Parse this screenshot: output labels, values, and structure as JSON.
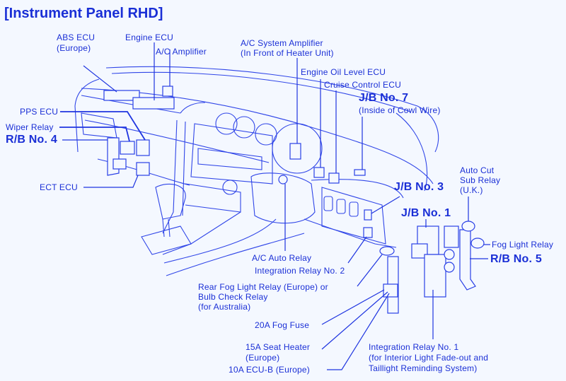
{
  "title": "[Instrument Panel RHD]",
  "colors": {
    "ink": "#1a2fd6",
    "background": "#f4f8ff"
  },
  "labels": {
    "abs_ecu": "ABS ECU",
    "abs_ecu_note": "(Europe)",
    "engine_ecu": "Engine ECU",
    "ac_amplifier": "A/C Amplifier",
    "ac_system_amplifier": "A/C System Amplifier",
    "ac_system_amplifier_note": "(In Front of Heater Unit)",
    "engine_oil_level_ecu": "Engine Oil Level ECU",
    "cruise_control_ecu": "Cruise Control ECU",
    "jb7": "J/B No. 7",
    "jb7_note": "(Inside of Cowl Wire)",
    "pps_ecu": "PPS ECU",
    "wiper_relay": "Wiper Relay",
    "rb4": "R/B No. 4",
    "ect_ecu": "ECT ECU",
    "jb3": "J/B No. 3",
    "auto_cut_1": "Auto Cut",
    "auto_cut_2": "Sub Relay",
    "auto_cut_3": "(U.K.)",
    "jb1": "J/B No. 1",
    "fog_light_relay": "Fog Light Relay",
    "rb5": "R/B No. 5",
    "ac_auto_relay": "A/C Auto Relay",
    "integration_relay_2": "Integration Relay No. 2",
    "rear_fog_1": "Rear Fog Light Relay (Europe) or",
    "rear_fog_2": "Bulb Check Relay",
    "rear_fog_3": "(for Australia)",
    "fog_fuse": "20A Fog Fuse",
    "seat_heater": "15A Seat Heater",
    "seat_heater_note": "(Europe)",
    "ecu_b": "10A ECU-B (Europe)",
    "integration_relay_1": "Integration Relay No. 1",
    "integration_relay_1_note_1": "(for Interior Light Fade-out and",
    "integration_relay_1_note_2": "Taillight Reminding System)"
  }
}
